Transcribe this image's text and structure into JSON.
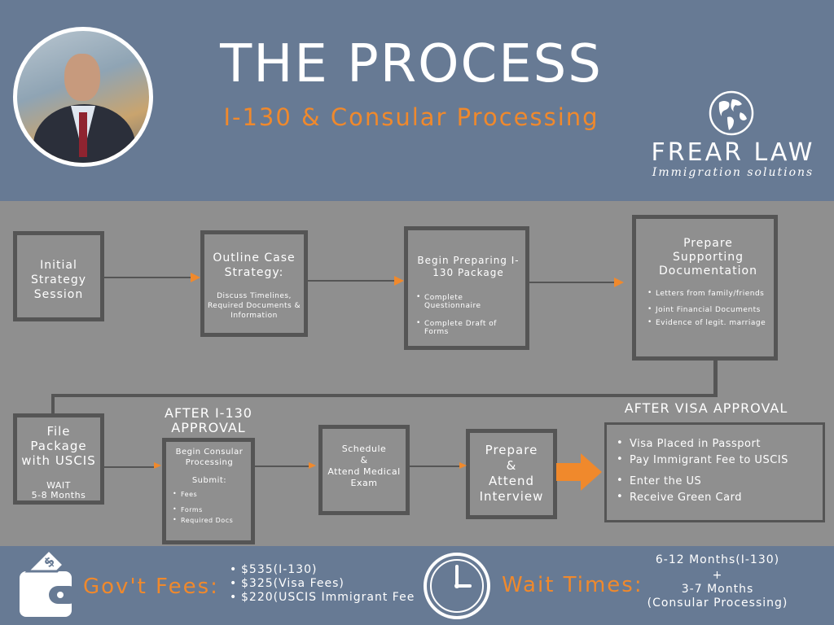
{
  "header": {
    "title": "THE PROCESS",
    "subtitle": "I-130 & Consular Processing",
    "firm_name": "FREAR LAW",
    "tagline": "Immigration solutions"
  },
  "steps": {
    "initial": {
      "title": "Initial Strategy Session"
    },
    "outline": {
      "title": "Outline Case Strategy:",
      "detail": "Discuss Timelines, Required Documents & Information"
    },
    "begin_preparing": {
      "title": "Begin Preparing I-130 Package",
      "items": [
        "Complete Questionnaire",
        "Complete Draft of Forms"
      ]
    },
    "supporting": {
      "title": "Prepare Supporting Documentation",
      "items": [
        "Letters from family/friends",
        "Joint Financial Documents",
        "Evidence of legit. marriage"
      ]
    },
    "file": {
      "title": "File Package with USCIS",
      "wait_label": "WAIT",
      "wait_value": "5-8 Months"
    },
    "after_i130_label": "AFTER I-130 APPROVAL",
    "consular": {
      "title": "Begin Consular Processing",
      "submit_label": "Submit:",
      "items": [
        "Fees",
        "Forms",
        "Required Docs"
      ]
    },
    "medical": {
      "line1": "Schedule",
      "line2": "&",
      "line3": "Attend Medical Exam"
    },
    "interview": {
      "line1": "Prepare",
      "line2": "&",
      "line3": "Attend Interview"
    },
    "after_visa_label": "AFTER VISA APPROVAL",
    "final": {
      "items": [
        "Visa Placed in Passport",
        "Pay Immigrant Fee to USCIS",
        "Enter the US",
        "Receive Green Card"
      ]
    }
  },
  "footer": {
    "fees_label": "Gov't Fees:",
    "fees": [
      "$535(I-130)",
      "$325(Visa Fees)",
      "$220(USCIS Immigrant Fee"
    ],
    "wait_label": "Wait Times:",
    "wait_line1": "6-12 Months(I-130)",
    "wait_plus": "+",
    "wait_line2": "3-7 Months",
    "wait_line3": "(Consular Processing)"
  },
  "colors": {
    "accent": "#f0892c",
    "header_bg": "#677a94",
    "panel_bg": "#8f8f8f",
    "box_border": "#555555"
  }
}
